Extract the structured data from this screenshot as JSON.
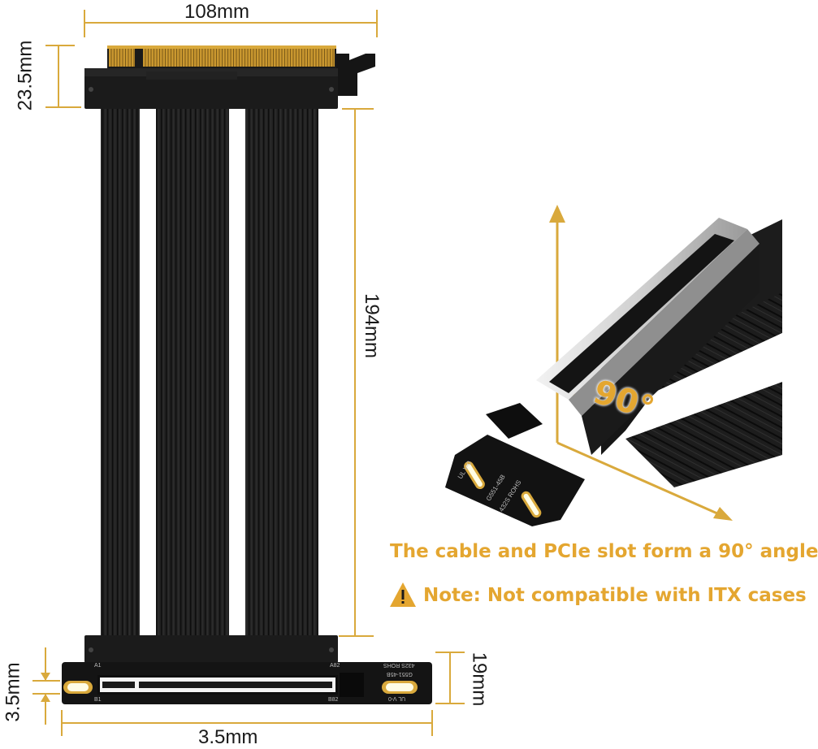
{
  "dimensions": {
    "width_top": "108mm",
    "height_connector": "23.5mm",
    "cable_length": "194mm",
    "slot_height": "19mm",
    "left_small": "3.5mm",
    "bottom": "3.5mm"
  },
  "angle_label": "90°",
  "board_text": {
    "a1": "A1",
    "a82": "A82",
    "b1": "B1",
    "b82": "B82",
    "rohs": "432S ROHS",
    "part": "G551-45B",
    "ul": "UL V-0",
    "side_ul": "UL V-0",
    "side_part": "G551-45B",
    "side_rohs": "432S ROHS"
  },
  "captions": {
    "angle_caption": "The cable and PCIe slot form a 90° angle",
    "note_caption": "Note: Not compatible with ITX cases"
  },
  "colors": {
    "accent": "#e4a630",
    "gold": "#d9a93c",
    "cable": "#1e1e1e",
    "board": "#111111"
  }
}
